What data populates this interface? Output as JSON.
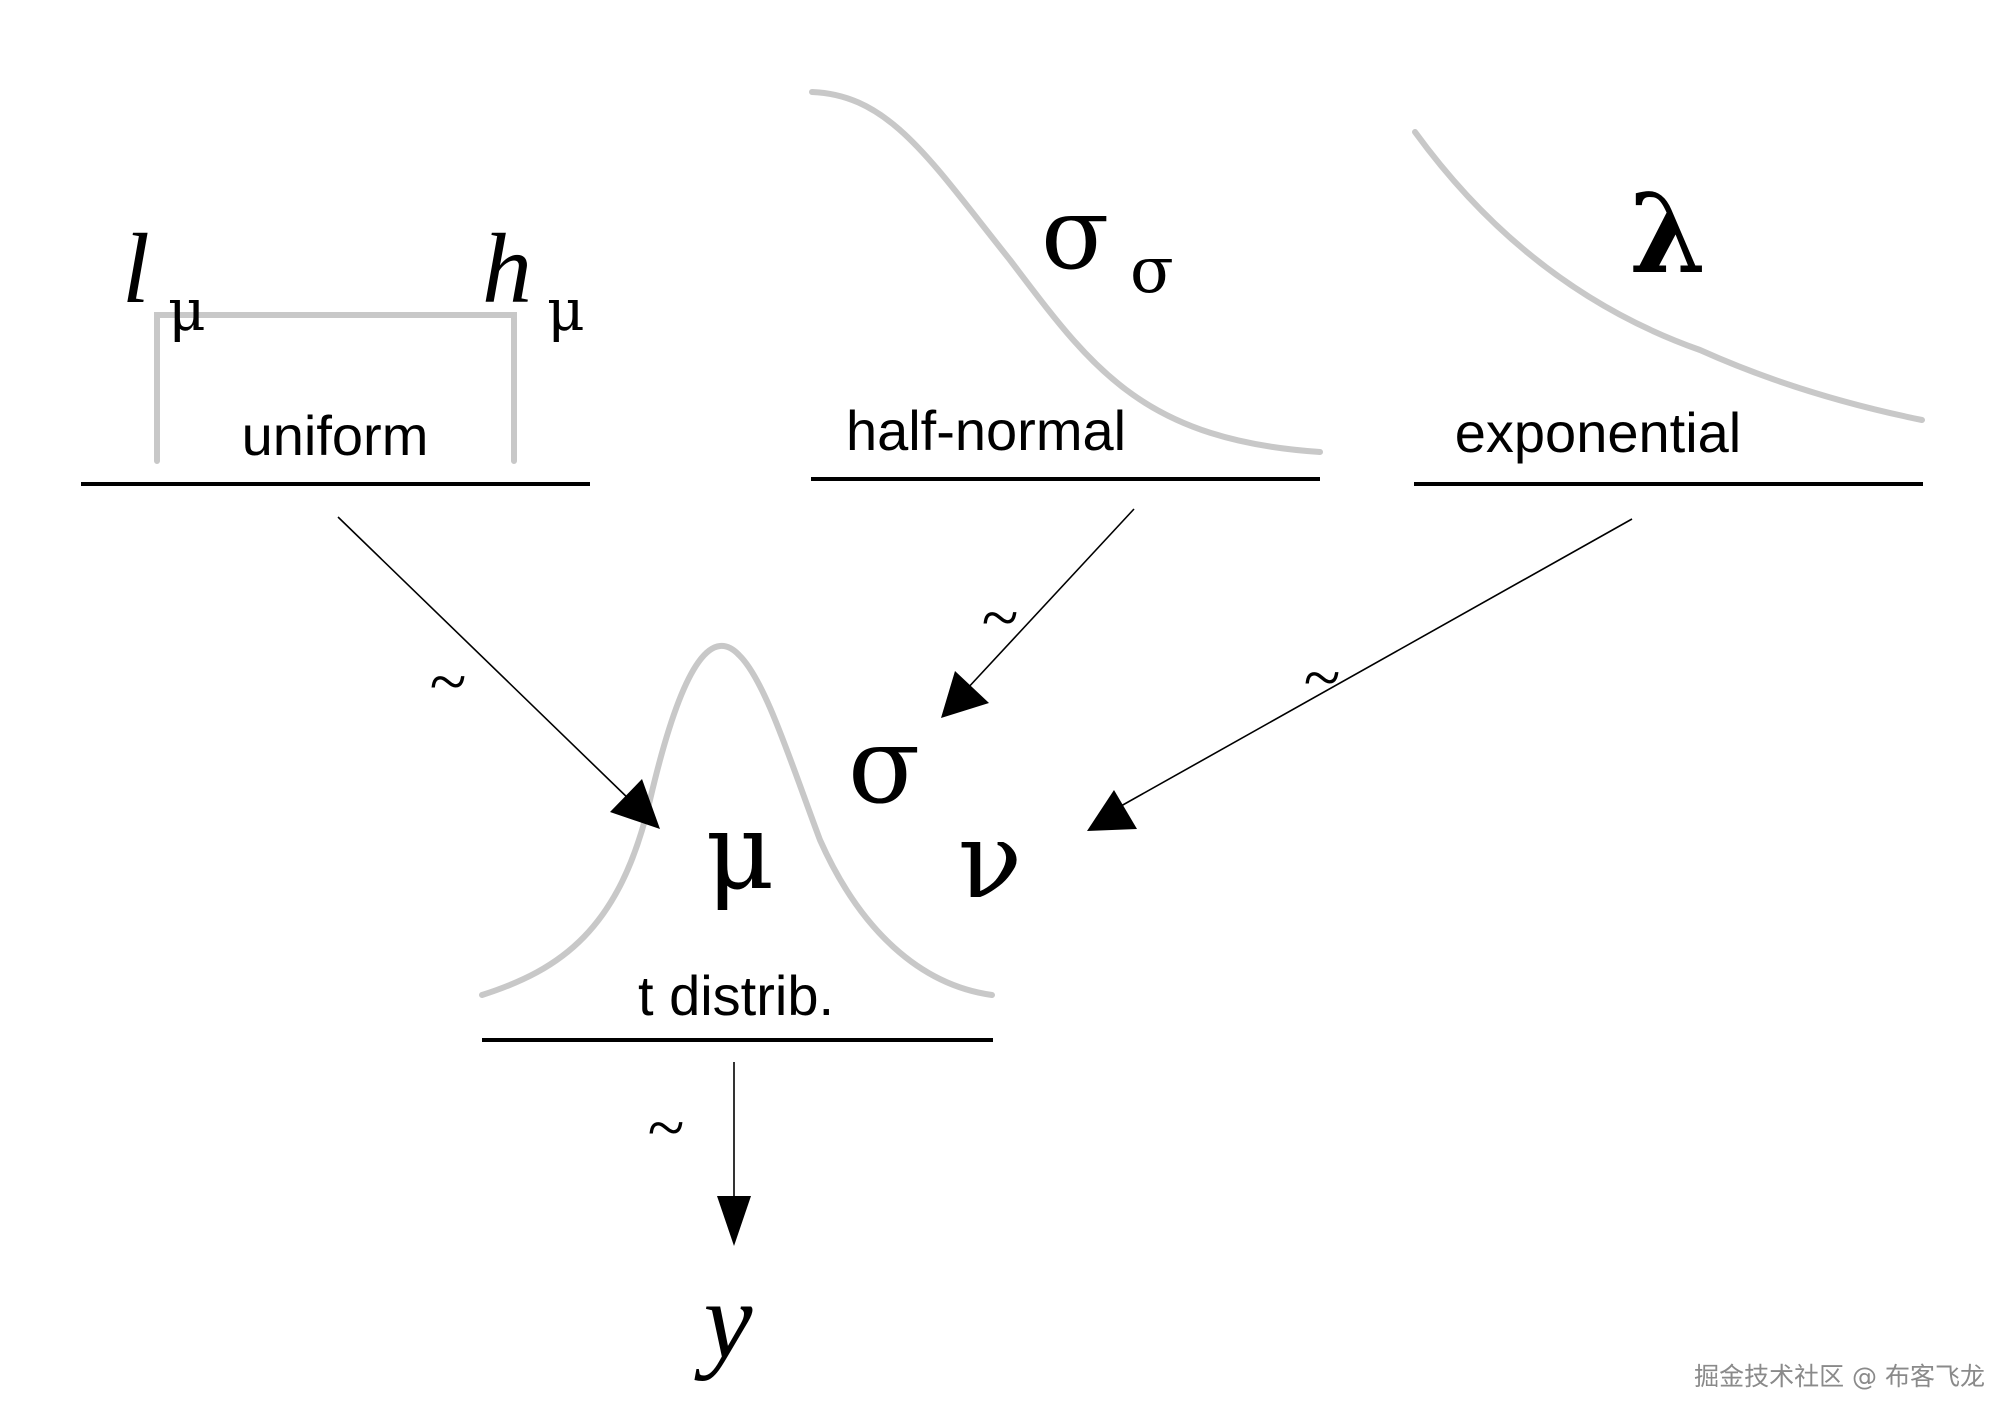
{
  "nodes": {
    "uniform": {
      "label": "uniform",
      "param_low": "l",
      "param_low_sub": "μ",
      "param_high": "h",
      "param_high_sub": "μ"
    },
    "half_normal": {
      "label": "half-normal",
      "param": "σ",
      "param_sub": "σ"
    },
    "exponential": {
      "label": "exponential",
      "param": "λ"
    },
    "t_distribution": {
      "label": "t distrib.",
      "param_mu": "μ",
      "param_sigma": "σ",
      "param_nu": "ν"
    },
    "observed": {
      "label": "y"
    }
  },
  "edges": [
    {
      "from": "uniform",
      "to": "μ",
      "symbol": "~"
    },
    {
      "from": "half-normal",
      "to": "σ",
      "symbol": "~"
    },
    {
      "from": "exponential",
      "to": "ν",
      "symbol": "~"
    },
    {
      "from": "t distrib.",
      "to": "y",
      "symbol": "~"
    }
  ],
  "colors": {
    "curve": "#c8c8c8",
    "line": "#000000",
    "background": "#ffffff",
    "watermark": "#8a8a8a"
  },
  "watermark": "掘金技术社区 @ 布客飞龙"
}
